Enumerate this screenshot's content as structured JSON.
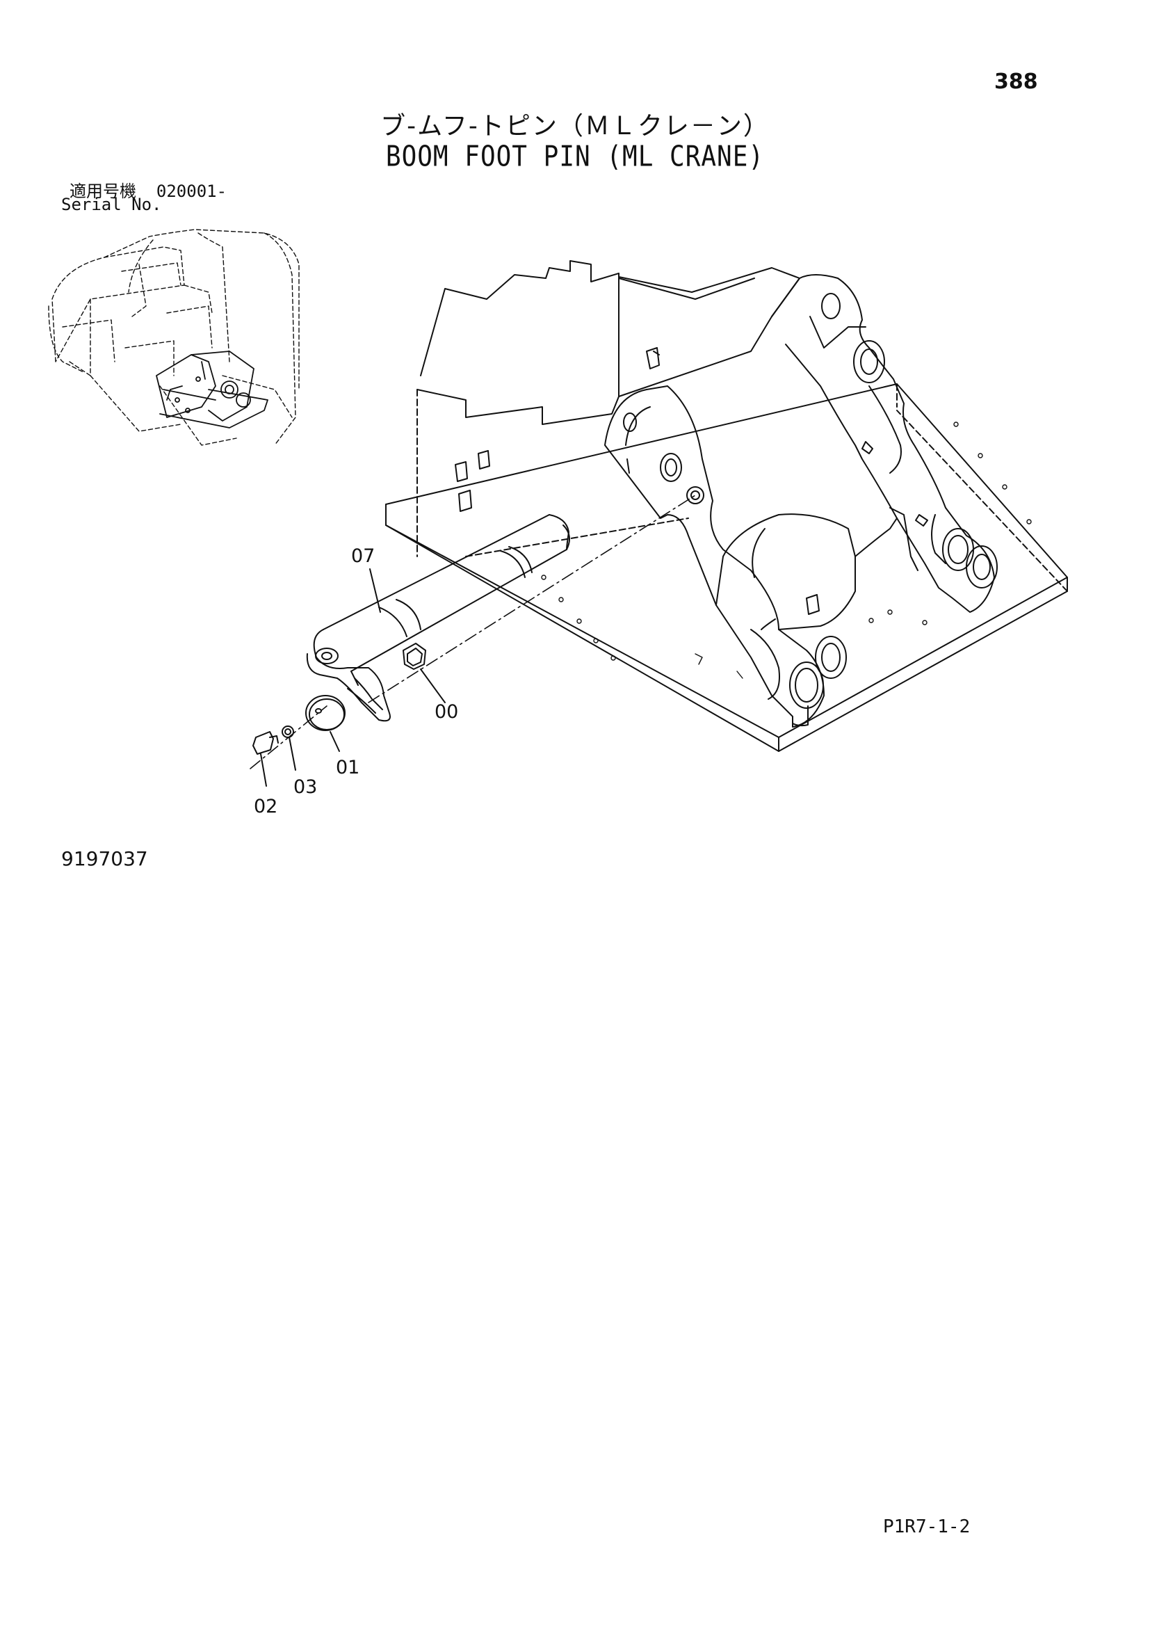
{
  "page_number": "388",
  "title_jp": "ブ-ムフ-トピン（ＭＬクレ－ン）",
  "title_en": "BOOM FOOT PIN (ML CRANE)",
  "serial": {
    "label_jp": "適用号機",
    "range": "020001-",
    "label_en": "Serial No."
  },
  "callouts": {
    "pin": "07",
    "nut": "00",
    "plate": "01",
    "bolt": "02",
    "washer": "03"
  },
  "figure_number": "9197037",
  "page_code": "P1R7-1-2"
}
